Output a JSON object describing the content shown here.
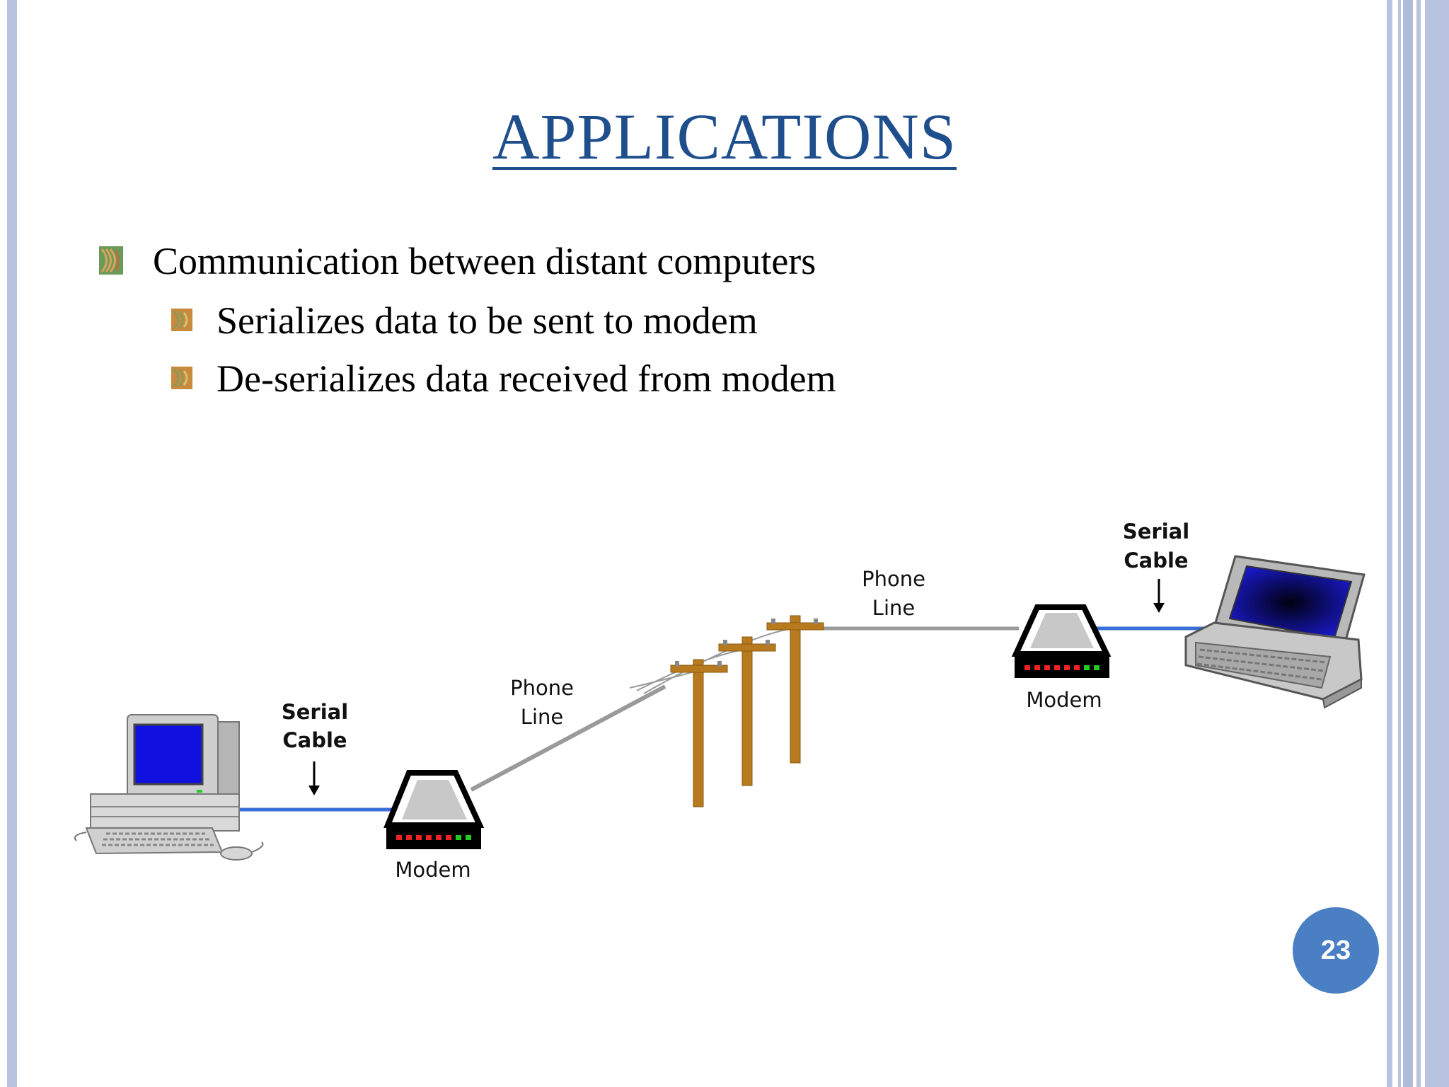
{
  "slide": {
    "title": "APPLICATIONS",
    "bullets": [
      "Communication between distant computers",
      "Serializes data to be sent to modem",
      "De-serializes data received from modem"
    ],
    "page_number": "23"
  },
  "diagram": {
    "left_serial_label": [
      "Serial",
      "Cable"
    ],
    "left_modem_label": "Modem",
    "phone_line_label_1": [
      "Phone",
      "Line"
    ],
    "phone_line_label_2": [
      "Phone",
      "Line"
    ],
    "right_modem_label": "Modem",
    "right_serial_label": [
      "Serial",
      "Cable"
    ]
  },
  "colors": {
    "title": "#1f4e8c",
    "accent_bars": "#b7c3df",
    "page_badge": "#4a7fc3",
    "serial_cable": "#3a6fd8",
    "phone_line": "#9a9a9a",
    "pole": "#b87a1e"
  }
}
